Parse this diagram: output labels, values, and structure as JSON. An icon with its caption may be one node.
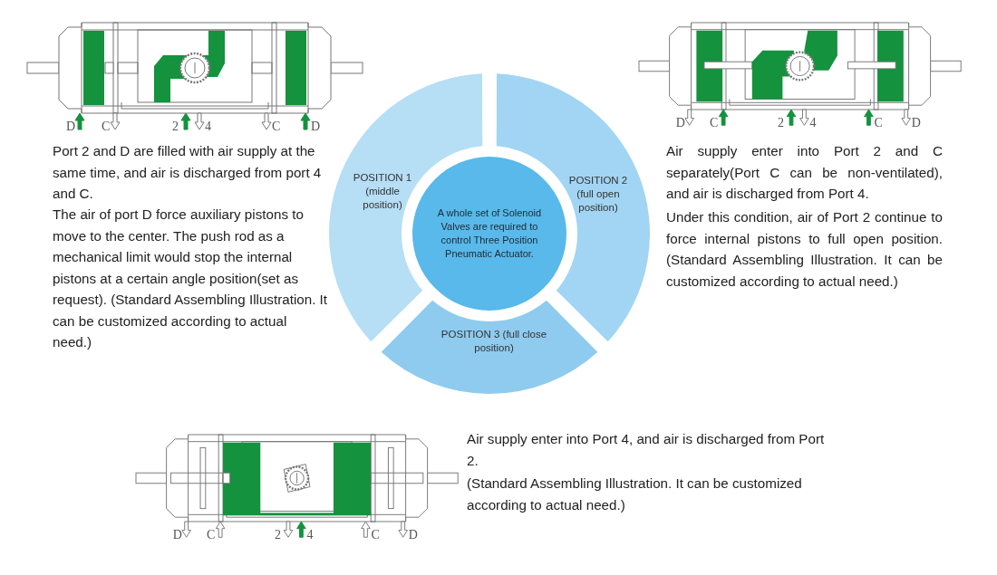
{
  "diagram": {
    "nodes": [
      {
        "text": [
          "POSITION 1 (middle position)"
        ]
      },
      {
        "text": [
          "POSITION 2 (full open position)"
        ]
      },
      {
        "text": [
          "POSITION 3 (full close position)"
        ]
      },
      {
        "text": [
          "A whole set of Solenoid Valves are required to control Three Position Pneumatic Actuator."
        ]
      }
    ],
    "edges": [],
    "labels": [
      "D",
      "C",
      "2",
      "4",
      "C",
      "D",
      "D",
      "C",
      "2",
      "4",
      "C",
      "D",
      "Port 2 and D are filled with air supply at the same time, and air is discharged from port 4 and C.",
      "The air of port D force auxiliary pistons to move to the center. The push rod as a mechanical limit would stop the internal pistons at a certain angle position(set as request). (Standard Assembling Illustration. It can be customized according to actual need.)",
      "Air supply enter into Port 2 and C separately(Port C can be non-ventilated), and air is discharged from Port 4.",
      "Under this condition, air of Port 2 continue to force internal pistons to full open position. (Standard Assembling Illustration. It can be customized according to actual need.)",
      "D",
      "C",
      "2",
      "4",
      "C",
      "D",
      "Air supply enter into Port 4, and air is discharged from Port 2.",
      "(Standard Assembling Illustration. It can be customized according to actual need.)"
    ]
  }
}
